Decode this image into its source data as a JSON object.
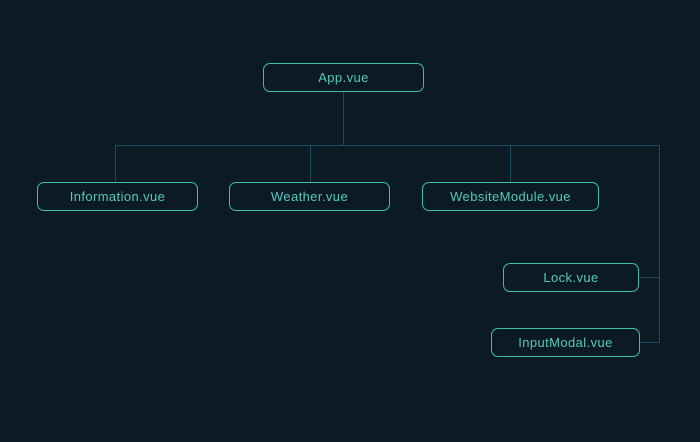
{
  "nodes": [
    {
      "id": "app",
      "label": "App.vue"
    },
    {
      "id": "information",
      "label": "Information.vue"
    },
    {
      "id": "weather",
      "label": "Weather.vue"
    },
    {
      "id": "website_module",
      "label": "WebsiteModule.vue"
    },
    {
      "id": "lock",
      "label": "Lock.vue"
    },
    {
      "id": "input_modal",
      "label": "InputModal.vue"
    }
  ],
  "edges": [
    {
      "from": "App.vue",
      "to": "Information.vue"
    },
    {
      "from": "App.vue",
      "to": "Weather.vue"
    },
    {
      "from": "App.vue",
      "to": "WebsiteModule.vue"
    },
    {
      "from": "App.vue",
      "to": "Lock.vue",
      "note": "via right-side rail attached to node right edge"
    },
    {
      "from": "App.vue",
      "to": "InputModal.vue",
      "note": "via right-side rail attached to node right edge"
    }
  ],
  "colors": {
    "background": "#0c1a23",
    "node_border": "#3cbfb2",
    "node_text": "#52cabd",
    "connector_line": "#1d4a61"
  }
}
